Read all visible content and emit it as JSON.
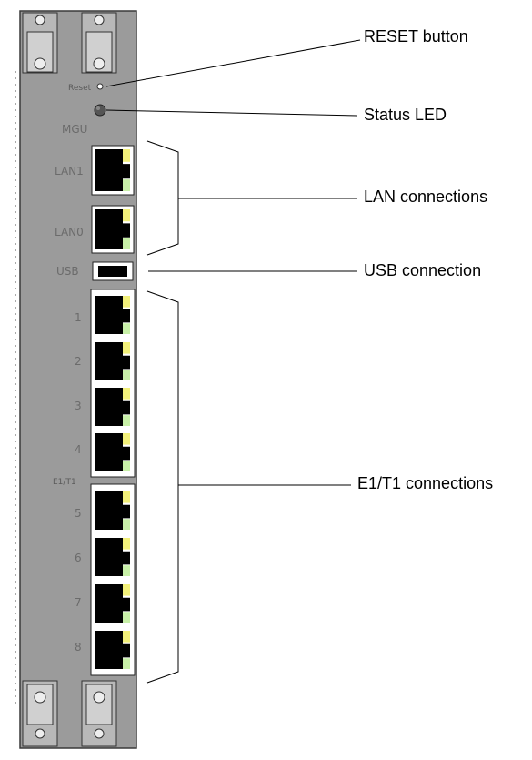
{
  "panel": {
    "reset_label": "Reset",
    "module_label": "MGU",
    "lan_labels": [
      "LAN1",
      "LAN0"
    ],
    "usb_label": "USB",
    "e1t1_label": "E1/T1",
    "port_labels": [
      "1",
      "2",
      "3",
      "4",
      "5",
      "6",
      "7",
      "8"
    ]
  },
  "callouts": {
    "reset": "RESET button",
    "status_led": "Status LED",
    "lan": "LAN connections",
    "usb": "USB connection",
    "e1t1": "E1/T1 connections"
  },
  "colors": {
    "panel_face": "#9b9b9b",
    "port_led_yellow": "#f2f07a",
    "port_led_green": "#c8f0a8"
  }
}
